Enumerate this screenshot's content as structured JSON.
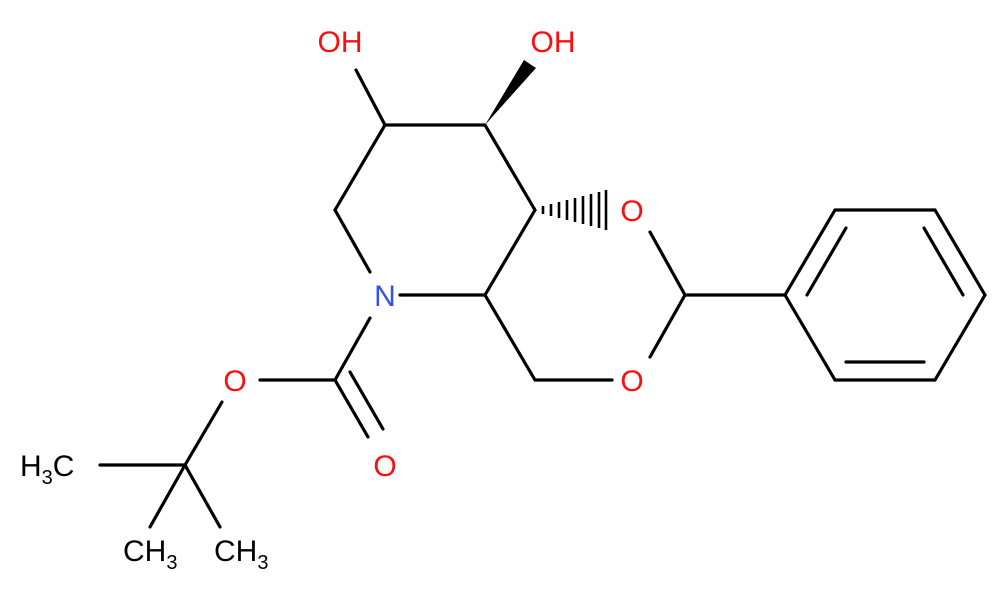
{
  "atoms": {
    "oh1": {
      "text": "OH",
      "color": "#ff0d0d"
    },
    "oh2": {
      "text": "OH",
      "color": "#ff0d0d"
    },
    "o_ring1": {
      "text": "O",
      "color": "#ff0d0d"
    },
    "o_ring2": {
      "text": "O",
      "color": "#ff0d0d"
    },
    "n": {
      "text": "N",
      "color": "#3050f8"
    },
    "o_ester": {
      "text": "O",
      "color": "#ff0d0d"
    },
    "o_carbonyl": {
      "text": "O",
      "color": "#ff0d0d"
    },
    "methyl_left": {
      "main": "H",
      "sub": "3",
      "tail": "C",
      "color": "#000000"
    },
    "methyl_bottom_left": {
      "main": "CH",
      "sub": "3",
      "color": "#000000"
    },
    "methyl_bottom_right": {
      "main": "CH",
      "sub": "3",
      "color": "#000000"
    }
  }
}
